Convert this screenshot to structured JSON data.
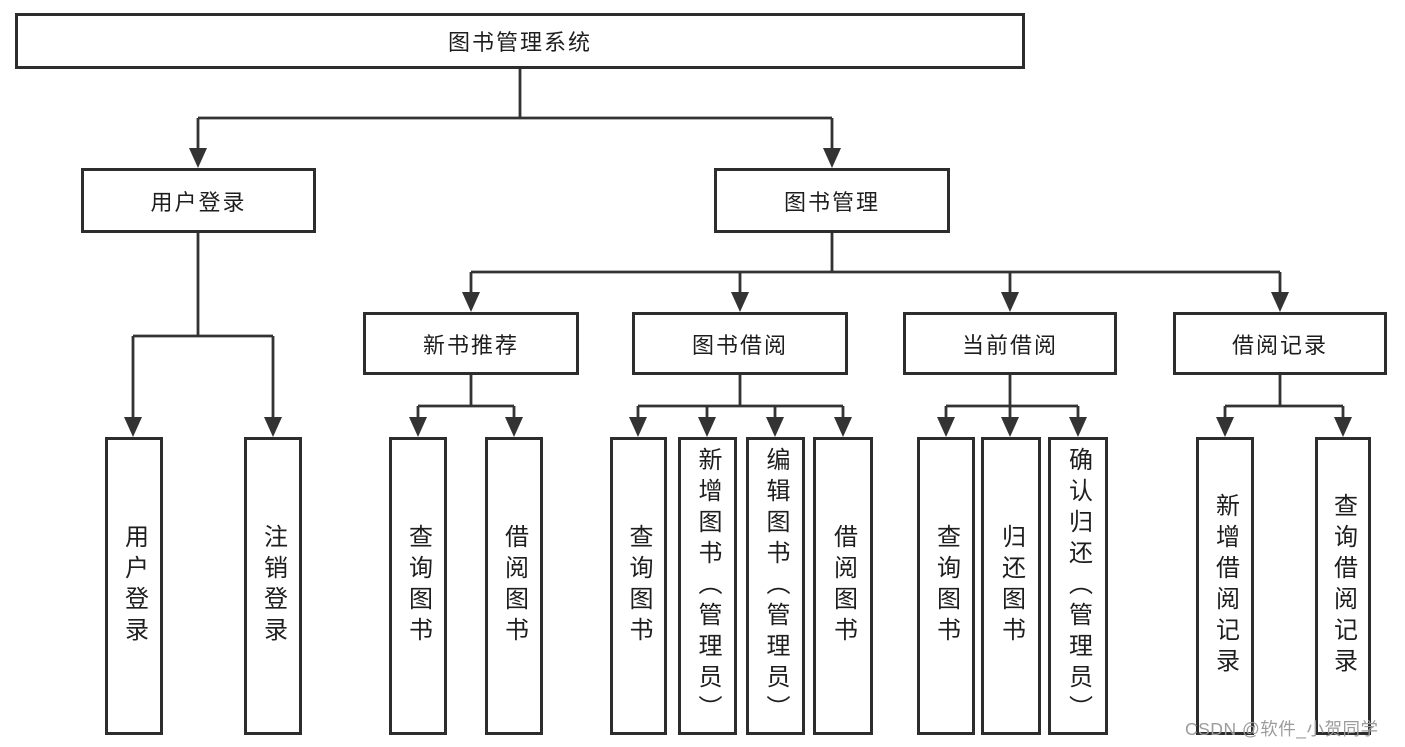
{
  "diagram": {
    "root": {
      "label": "图书管理系统",
      "children": [
        {
          "label": "用户登录",
          "children": [
            {
              "label": "用户登录"
            },
            {
              "label": "注销登录"
            }
          ]
        },
        {
          "label": "图书管理",
          "children": [
            {
              "label": "新书推荐",
              "children": [
                {
                  "label": "查询图书"
                },
                {
                  "label": "借阅图书"
                }
              ]
            },
            {
              "label": "图书借阅",
              "children": [
                {
                  "label": "查询图书"
                },
                {
                  "label": "新增图书（管理员）"
                },
                {
                  "label": "编辑图书（管理员）"
                },
                {
                  "label": "借阅图书"
                }
              ]
            },
            {
              "label": "当前借阅",
              "children": [
                {
                  "label": "查询图书"
                },
                {
                  "label": "归还图书"
                },
                {
                  "label": "确认归还（管理员）"
                }
              ]
            },
            {
              "label": "借阅记录",
              "children": [
                {
                  "label": "新增借阅记录"
                },
                {
                  "label": "查询借阅记录"
                }
              ]
            }
          ]
        }
      ]
    }
  },
  "watermark": {
    "text": "CSDN @软件_小贺同学"
  },
  "colors": {
    "line": "#333333",
    "box_border": "#2d2d2d",
    "text": "#1e1e1e",
    "watermark": "#9c9c9c",
    "background": "#ffffff"
  }
}
